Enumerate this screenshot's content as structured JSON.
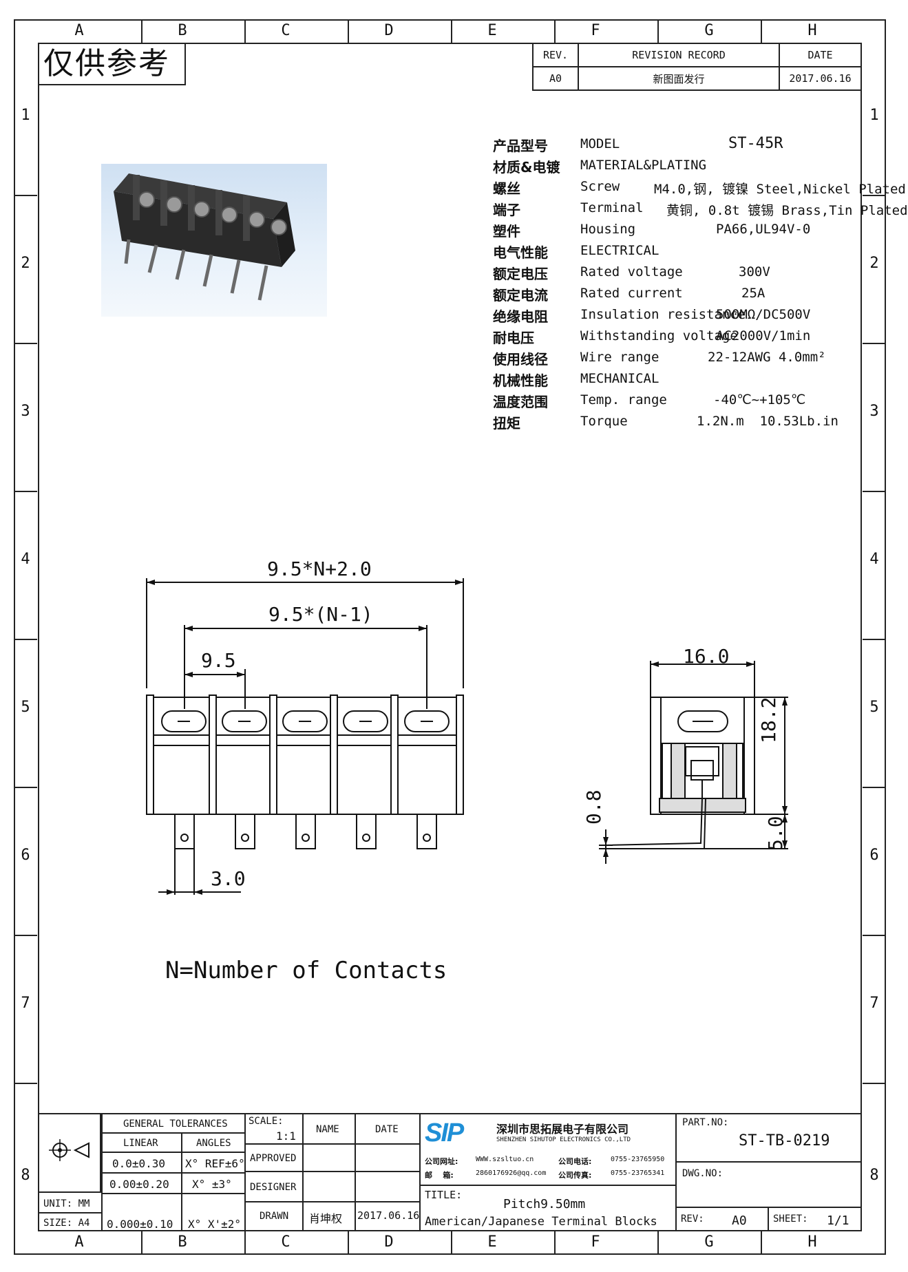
{
  "zones": {
    "letters": [
      "A",
      "B",
      "C",
      "D",
      "E",
      "F",
      "G",
      "H"
    ],
    "numbers": [
      "1",
      "2",
      "3",
      "4",
      "5",
      "6",
      "7",
      "8"
    ]
  },
  "stamp": "仅供参考",
  "revision": {
    "headers": {
      "rev": "REV.",
      "record": "REVISION RECORD",
      "date": "DATE"
    },
    "rows": [
      {
        "rev": "A0",
        "record": "新图面发行",
        "date": "2017.06.16"
      }
    ]
  },
  "specs": {
    "model": {
      "cn": "产品型号",
      "en": "MODEL",
      "value": "ST-45R"
    },
    "material": {
      "cn": "材质&电镀",
      "en": "MATERIAL&PLATING"
    },
    "screw": {
      "cn": "螺丝",
      "en": "Screw",
      "value": "M4.0,钢, 镀镍 Steel,Nickel Plated"
    },
    "terminal": {
      "cn": "端子",
      "en": "Terminal",
      "value": "黄铜, 0.8t 镀锡 Brass,Tin Plated"
    },
    "housing": {
      "cn": "塑件",
      "en": "Housing",
      "value": "PA66,UL94V-0"
    },
    "electrical": {
      "cn": "电气性能",
      "en": "ELECTRICAL"
    },
    "rated_voltage": {
      "cn": "额定电压",
      "en": "Rated voltage",
      "value": "300V"
    },
    "rated_current": {
      "cn": "额定电流",
      "en": "Rated current",
      "value": "25A"
    },
    "insulation": {
      "cn": "绝缘电阻",
      "en": "Insulation resistance",
      "value": "500MΩ/DC500V"
    },
    "withstanding": {
      "cn": "耐电压",
      "en": "Withstanding voltage",
      "value": "AC2000V/1min"
    },
    "wire_range": {
      "cn": "使用线径",
      "en": "Wire range",
      "value": "22-12AWG 4.0mm²"
    },
    "mechanical": {
      "cn": "机械性能",
      "en": "MECHANICAL"
    },
    "temp": {
      "cn": "温度范围",
      "en": "Temp. range",
      "value": "-40℃~+105℃"
    },
    "torque": {
      "cn": "扭矩",
      "en": "Torque",
      "value": "1.2N.m  10.53Lb.in"
    }
  },
  "dimensions": {
    "overall": "9.5*N+2.0",
    "span": "9.5*(N-1)",
    "pitch": "9.5",
    "pin_width": "3.0",
    "depth": "16.0",
    "height": "18.2",
    "pin_thickness": "0.8",
    "pin_length": "5.0"
  },
  "note": "N=Number of Contacts",
  "title_block": {
    "general_tolerances": "GENERAL TOLERANCES",
    "linear": "LINEAR",
    "angles": "ANGLES",
    "tol_rows": [
      {
        "linear": "0.0±0.30",
        "angle": "X° REF±6°"
      },
      {
        "linear": "0.00±0.20",
        "angle": "X° ±3°"
      },
      {
        "linear": "0.000±0.10",
        "angle": "X° X'±2°"
      }
    ],
    "unit": "UNIT: MM",
    "size": "SIZE: A4",
    "scale_label": "SCALE:",
    "scale_value": "1:1",
    "name": "NAME",
    "date": "DATE",
    "approved": "APPROVED",
    "designer": "DESIGNER",
    "drawn": "DRAWN",
    "drawn_name": "肖坤权",
    "drawn_date": "2017.06.16",
    "company_logo": "SIP",
    "company_cn": "深圳市思拓展电子有限公司",
    "company_en": "SHENZHEN SIHUTOP ELECTRONICS CO.,LTD",
    "website_label": "公司网址:",
    "website": "WWW.szsltuo.cn",
    "email_label": "邮    箱:",
    "email": "2860176926@qq.com",
    "phone_label": "公司电话:",
    "phone": "0755-23765950",
    "fax_label": "公司传真:",
    "fax": "0755-23765341",
    "title_label": "TITLE:",
    "title_line1": "Pitch9.50mm",
    "title_line2": "American/Japanese Terminal Blocks",
    "part_no_label": "PART.NO:",
    "part_no": "ST-TB-0219",
    "dwg_no_label": "DWG.NO:",
    "rev_label": "REV:",
    "rev_value": "A0",
    "sheet_label": "SHEET:",
    "sheet_value": "1/1"
  }
}
